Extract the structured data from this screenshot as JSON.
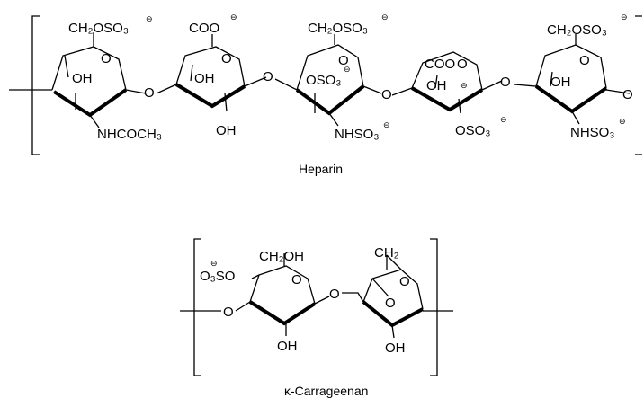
{
  "heparin": {
    "caption": "Heparin",
    "u1": {
      "top": "CH₂OSO₃",
      "oh": "OH",
      "sub": "NHCOCH₃"
    },
    "u2": {
      "top": "COO",
      "oh": "OH",
      "oh2": "OH"
    },
    "u3": {
      "top": "CH₂OSO₃",
      "mid": "OSO₃",
      "sub": "NHSO₃"
    },
    "u4": {
      "top": "COO",
      "oh": "OH",
      "sub": "OSO₃"
    },
    "u5": {
      "top": "CH₂OSO₃",
      "oh": "OH",
      "sub": "NHSO₃"
    },
    "ring_o": "O",
    "link_o": "O",
    "charge": "⊖"
  },
  "carrageenan": {
    "caption": "κ-Carrageenan",
    "u1": {
      "top": "CH₂OH",
      "left": "O₃SO",
      "oh": "OH"
    },
    "u2": {
      "top": "CH₂",
      "oh": "OH"
    },
    "ring_o": "O",
    "link_o": "O",
    "charge": "⊖"
  }
}
